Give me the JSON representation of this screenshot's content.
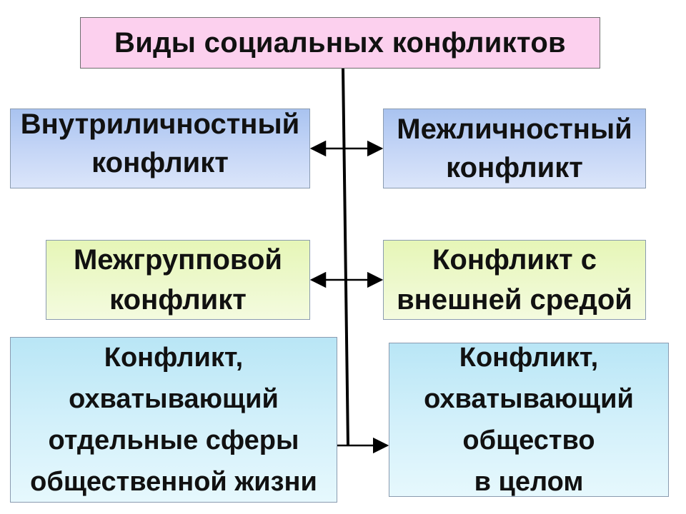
{
  "title": "Виды социальных конфликтов",
  "nodes": {
    "intrapersonal": [
      "Внутриличностный",
      "конфликт"
    ],
    "interpersonal": [
      "Межличностный",
      "конфликт"
    ],
    "intergroup": [
      "Межгрупповой",
      "конфликт"
    ],
    "external": [
      "Конфликт с",
      "внешней средой"
    ],
    "spheres": [
      "Конфликт,",
      "охватывающий",
      "отдельные сферы",
      "общественной жизни"
    ],
    "society": [
      "Конфликт,",
      "охватывающий",
      "общество",
      "в целом"
    ]
  },
  "colors": {
    "title_fill": "#fcd0ee",
    "row1_fill": "#c4d5f6",
    "row2_fill": "#eef9cf",
    "row3_fill": "#d2f0fa",
    "connector": "#000000"
  }
}
